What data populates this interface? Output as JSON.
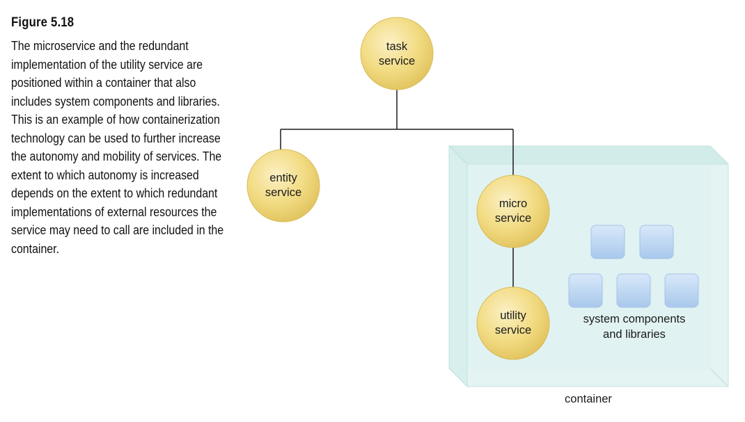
{
  "caption": {
    "title": "Figure 5.18",
    "text": "The microservice and the redundant implementation of the utility service are positioned within a container that also includes system components and libraries. This is an example of how containerization technology can be used to further increase the autonomy and mobility of services. The extent to which autonomy is increased depends on the extent to which redundant implementations of external resources the service may need to call are included in the container."
  },
  "nodes": {
    "task": [
      "task",
      "service"
    ],
    "entity": [
      "entity",
      "service"
    ],
    "micro": [
      "micro",
      "service"
    ],
    "utility": [
      "utility",
      "service"
    ]
  },
  "components_label": [
    "system components",
    "and libraries"
  ],
  "container_label": "container",
  "colors": {
    "service_fill": "#f2dc84",
    "container_fill": "#def2f1",
    "component_fill": "#bcd6f2",
    "connector": "#1a1a1a"
  }
}
